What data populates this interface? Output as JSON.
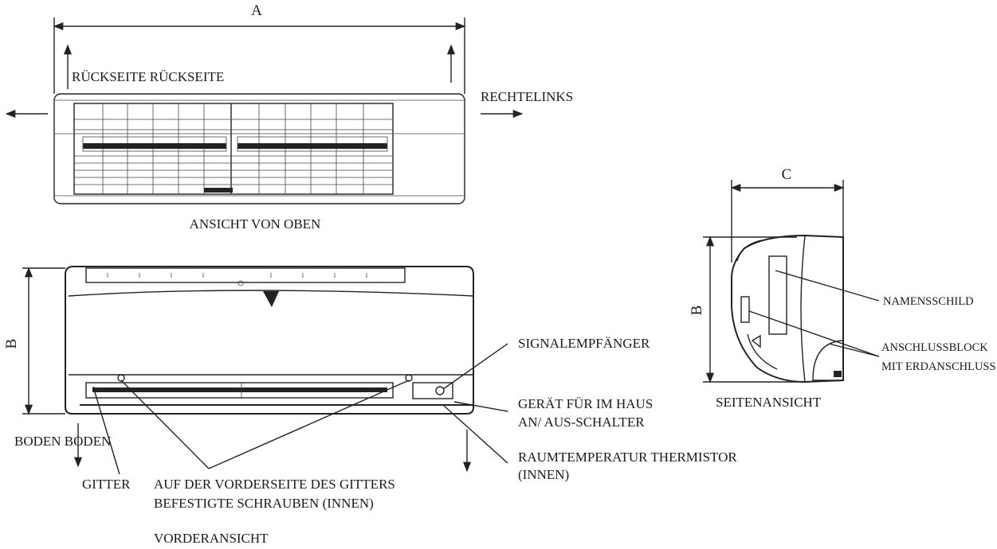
{
  "labels": {
    "dim_a": "A",
    "dim_b_front": "B",
    "dim_b_side": "B",
    "dim_c": "C",
    "rueckseite": "RÜCKSEITE RÜCKSEITE",
    "rechtelinks": "RECHTELINKS",
    "ansicht_oben": "ANSICHT VON OBEN",
    "signalempfaenger": "SIGNALEMPFÄNGER",
    "geraet_1": "GERÄT FÜR IM HAUS",
    "geraet_2": "AN/ AUS-SCHALTER",
    "raumtemp_1": "RAUMTEMPERATUR THERMISTOR",
    "raumtemp_2": "(INNEN)",
    "boden": "BODEN BODEN",
    "gitter": "GITTER",
    "schrauben_1": "AUF DER VORDERSEITE DES GITTERS",
    "schrauben_2": "BEFESTIGTE SCHRAUBEN (INNEN)",
    "vorderansicht": "VORDERANSICHT",
    "namensschild": "NAMENSSCHILD",
    "anschluss_1": "ANSCHLUSSBLOCK",
    "anschluss_2": "MIT ERDANSCHLUSS",
    "seitenansicht": "SEITENANSICHT"
  }
}
